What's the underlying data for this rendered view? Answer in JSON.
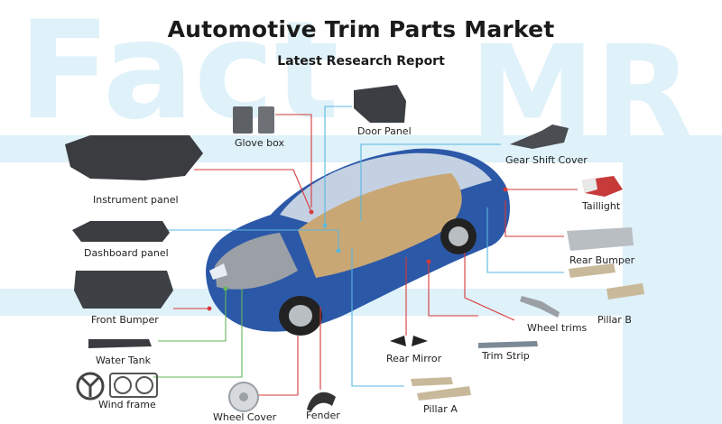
{
  "header": {
    "title": "Automotive Trim Parts Market",
    "subtitle": "Latest Research Report"
  },
  "watermark": {
    "left_text": "Fact",
    "right_text": "MR",
    "color": "#dff1f9"
  },
  "colors": {
    "leader_red": "#d63a3a",
    "leader_blue": "#58b8e0",
    "leader_green": "#63b65a",
    "car_body": "#2c58a8",
    "part_gray": "#5d6166"
  },
  "parts": [
    {
      "label": "Glove box"
    },
    {
      "label": "Door Panel"
    },
    {
      "label": "Gear Shift Cover"
    },
    {
      "label": "Instrument panel"
    },
    {
      "label": "Taillight"
    },
    {
      "label": "Dashboard panel"
    },
    {
      "label": "Rear Bumper"
    },
    {
      "label": "Front Bumper"
    },
    {
      "label": "Pillar B"
    },
    {
      "label": "Wheel trims"
    },
    {
      "label": "Water Tank"
    },
    {
      "label": "Trim Strip"
    },
    {
      "label": "Rear Mirror"
    },
    {
      "label": "Wind frame"
    },
    {
      "label": "Wheel Cover"
    },
    {
      "label": "Fender"
    },
    {
      "label": "Pillar A"
    }
  ]
}
